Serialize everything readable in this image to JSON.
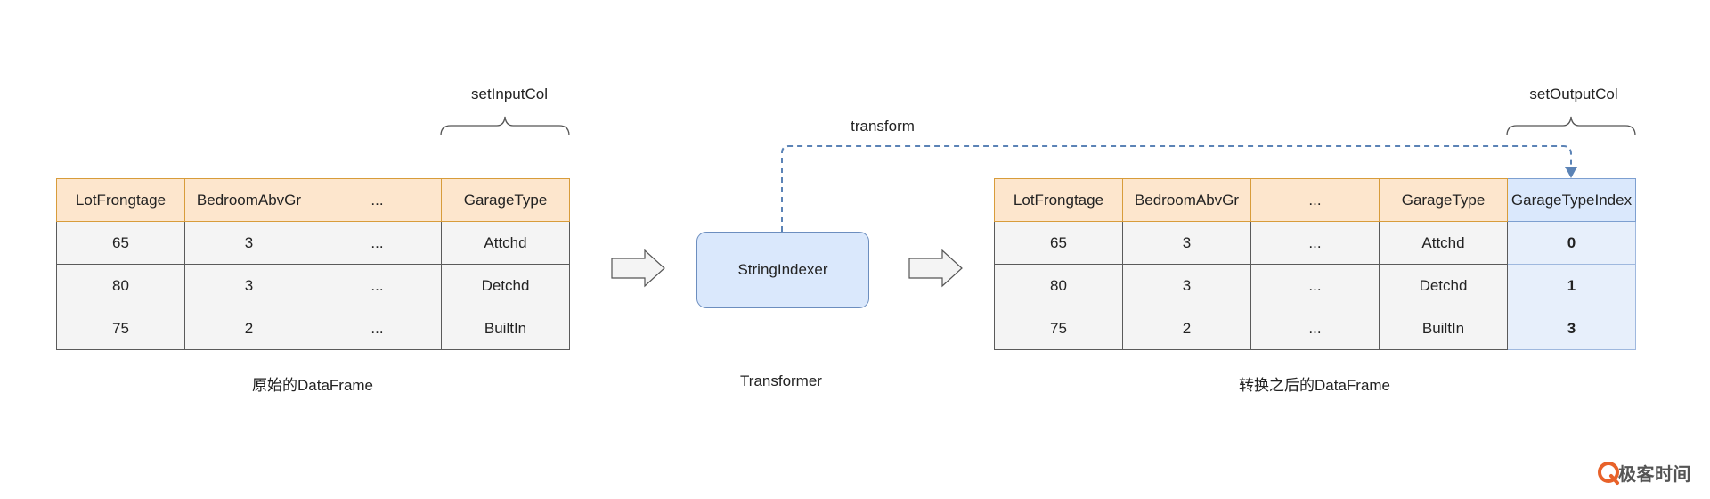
{
  "left_table": {
    "headers": [
      "LotFrongtage",
      "BedroomAbvGr",
      "...",
      "GarageType"
    ],
    "rows": [
      [
        "65",
        "3",
        "...",
        "Attchd"
      ],
      [
        "80",
        "3",
        "...",
        "Detchd"
      ],
      [
        "75",
        "2",
        "...",
        "BuiltIn"
      ]
    ],
    "caption": "原始的DataFrame",
    "brace_label": "setInputCol"
  },
  "transformer": {
    "node_label": "StringIndexer",
    "caption": "Transformer",
    "arrow_label": "transform"
  },
  "right_table": {
    "headers": [
      "LotFrongtage",
      "BedroomAbvGr",
      "...",
      "GarageType",
      "GarageTypeIndex"
    ],
    "rows": [
      [
        "65",
        "3",
        "...",
        "Attchd",
        "0"
      ],
      [
        "80",
        "3",
        "...",
        "Detchd",
        "1"
      ],
      [
        "75",
        "2",
        "...",
        "BuiltIn",
        "3"
      ]
    ],
    "caption": "转换之后的DataFrame",
    "brace_label": "setOutputCol"
  },
  "branding": {
    "text": "极客时间",
    "icon": "geektime-logo-icon"
  },
  "colors": {
    "header_fill": "#fde6cd",
    "header_border": "#d89c3a",
    "cell_fill": "#f4f4f4",
    "highlight_fill": "#dae8fc",
    "node_border": "#6c8ebf",
    "dashed_arrow": "#5b83b6",
    "brand": "#e8622a"
  }
}
